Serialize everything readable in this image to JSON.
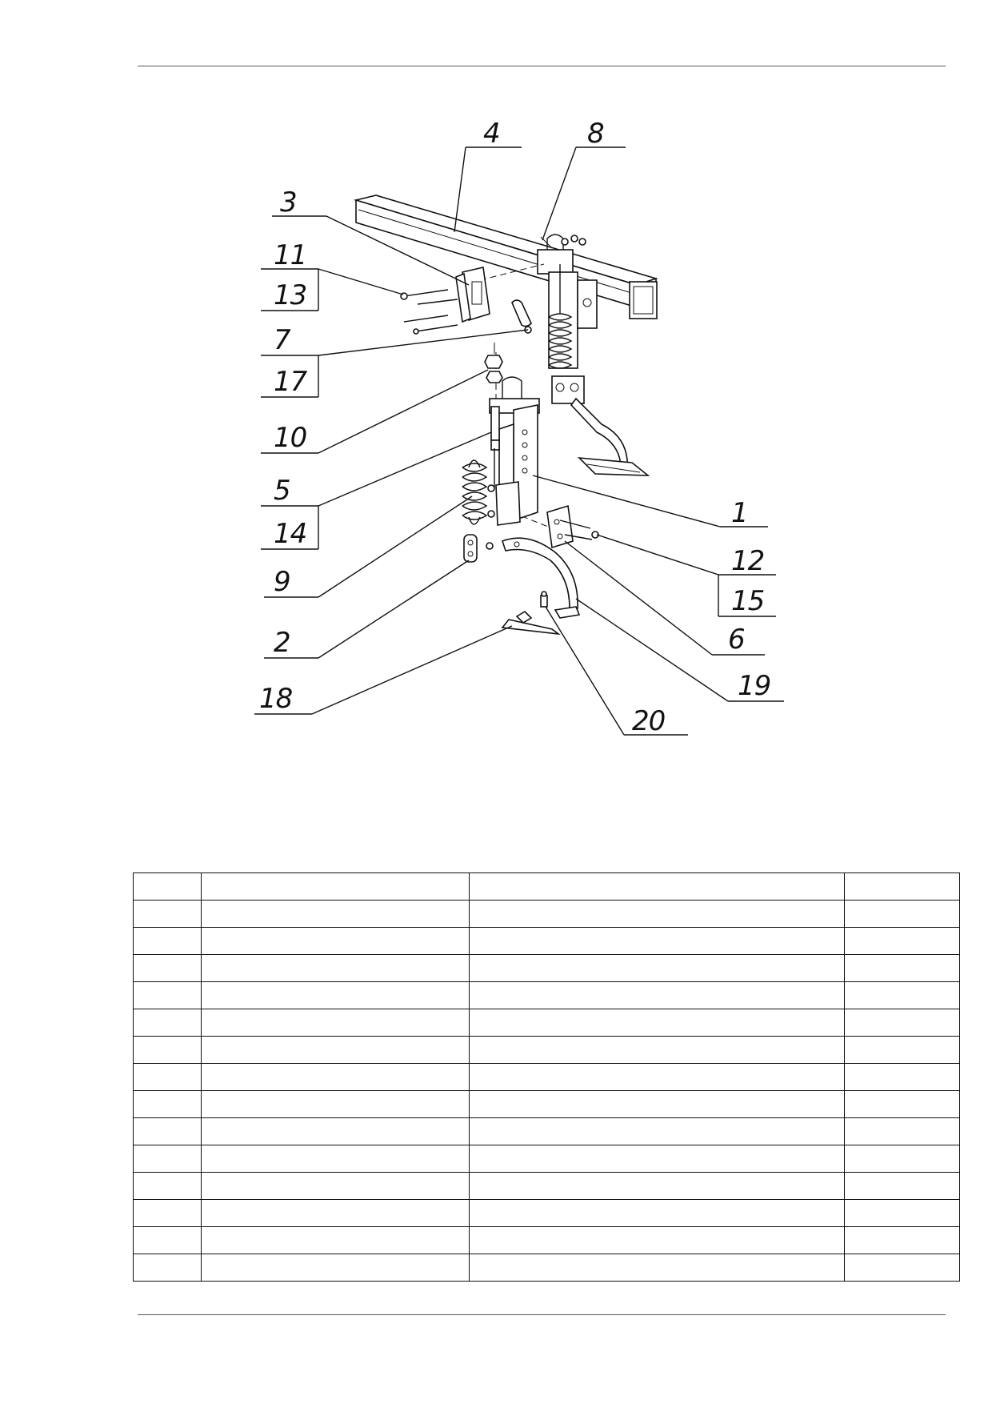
{
  "figure": {
    "callouts": {
      "c1": "1",
      "c2": "2",
      "c3": "3",
      "c4": "4",
      "c5": "5",
      "c6": "6",
      "c7": "7",
      "c8": "8",
      "c9": "9",
      "c10": "10",
      "c11": "11",
      "c12": "12",
      "c13": "13",
      "c14": "14",
      "c15": "15",
      "c17": "17",
      "c18": "18",
      "c19": "19",
      "c20": "20"
    }
  },
  "table": {
    "rows": [
      [
        "",
        "",
        "",
        ""
      ],
      [
        "",
        "",
        "",
        ""
      ],
      [
        "",
        "",
        "",
        ""
      ],
      [
        "",
        "",
        "",
        ""
      ],
      [
        "",
        "",
        "",
        ""
      ],
      [
        "",
        "",
        "",
        ""
      ],
      [
        "",
        "",
        "",
        ""
      ],
      [
        "",
        "",
        "",
        ""
      ],
      [
        "",
        "",
        "",
        ""
      ],
      [
        "",
        "",
        "",
        ""
      ],
      [
        "",
        "",
        "",
        ""
      ],
      [
        "",
        "",
        "",
        ""
      ],
      [
        "",
        "",
        "",
        ""
      ],
      [
        "",
        "",
        "",
        ""
      ],
      [
        "",
        "",
        "",
        ""
      ]
    ]
  }
}
